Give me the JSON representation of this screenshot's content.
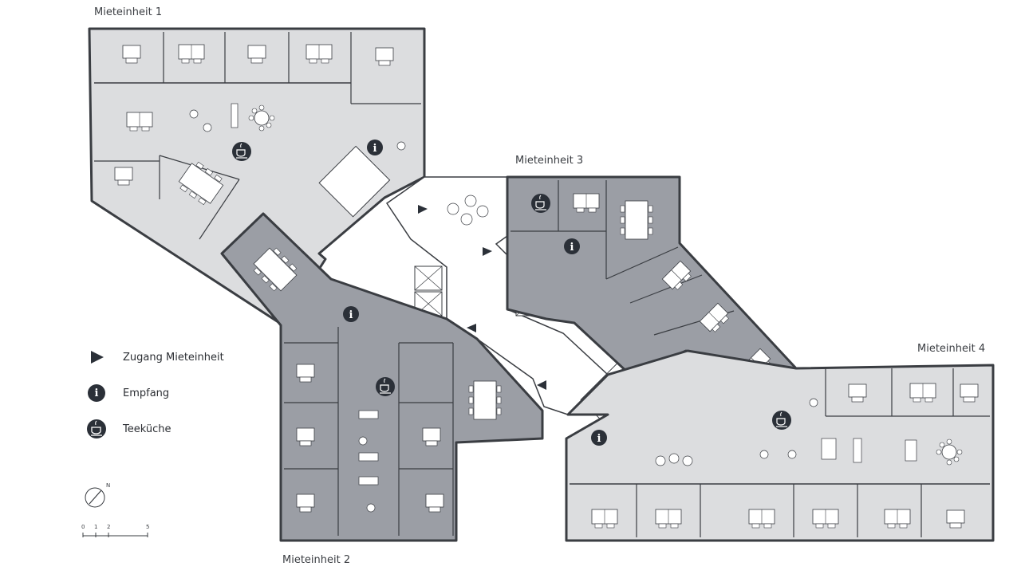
{
  "units": [
    {
      "id": "1",
      "label": "Mieteinheit 1"
    },
    {
      "id": "2",
      "label": "Mieteinheit 2"
    },
    {
      "id": "3",
      "label": "Mieteinheit 3"
    },
    {
      "id": "4",
      "label": "Mieteinheit 4"
    }
  ],
  "legend": [
    {
      "icon": "triangle-right-icon",
      "label": "Zugang Mieteinheit"
    },
    {
      "icon": "info-icon",
      "symbol": "i",
      "label": "Empfang"
    },
    {
      "icon": "coffee-cup-icon",
      "label": "Teeküche"
    }
  ],
  "scale": {
    "ticks": [
      "0",
      "1",
      "2",
      "5"
    ]
  },
  "north": {
    "label": "N"
  },
  "colors": {
    "light_fill": "#dcdddf",
    "dark_fill": "#9b9ea5",
    "wall": "#3a3d42",
    "badge": "#2b3038",
    "background": "#ffffff"
  }
}
